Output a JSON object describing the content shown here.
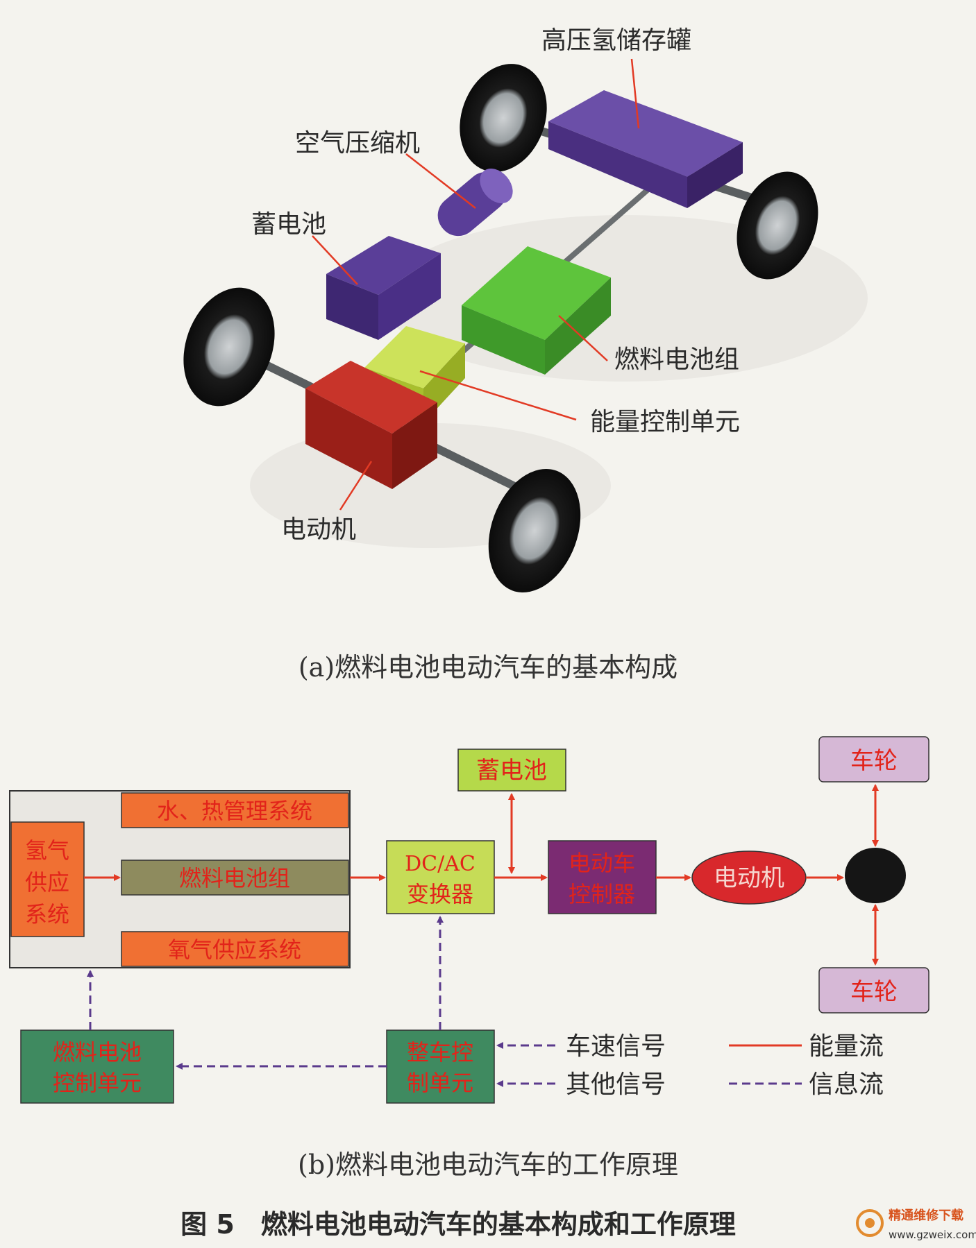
{
  "part_a": {
    "labels": {
      "tank": "高压氢储存罐",
      "compressor": "空气压缩机",
      "battery": "蓄电池",
      "fuel_cell": "燃料电池组",
      "ecu": "能量控制单元",
      "motor": "电动机"
    },
    "caption": "(a)燃料电池电动汽车的基本构成"
  },
  "part_b": {
    "boxes": {
      "water_heat": "水、热管理系统",
      "h2_supply": [
        "氢气",
        "供应",
        "系统"
      ],
      "fuel_cell_stack": "燃料电池组",
      "o2_supply": "氧气供应系统",
      "battery": "蓄电池",
      "dcac": [
        "DC/AC",
        "变换器"
      ],
      "motor_ctrl": [
        "电动车",
        "控制器"
      ],
      "motor": "电动机",
      "wheel_top": "车轮",
      "wheel_bottom": "车轮",
      "fc_ctrl": [
        "燃料电池",
        "控制单元"
      ],
      "vehicle_ctrl": [
        "整车控",
        "制单元"
      ]
    },
    "signals": {
      "speed": "车速信号",
      "other": "其他信号"
    },
    "legend": {
      "energy": "能量流",
      "info": "信息流"
    },
    "colors": {
      "energy_flow": "#e23a24",
      "info_flow": "#5a3a8c"
    },
    "caption": "(b)燃料电池电动汽车的工作原理"
  },
  "figure_caption": "图 5　燃料电池电动汽车的基本构成和工作原理",
  "watermark": {
    "text": "精通维修下载",
    "url": "www.gzweix.com"
  }
}
